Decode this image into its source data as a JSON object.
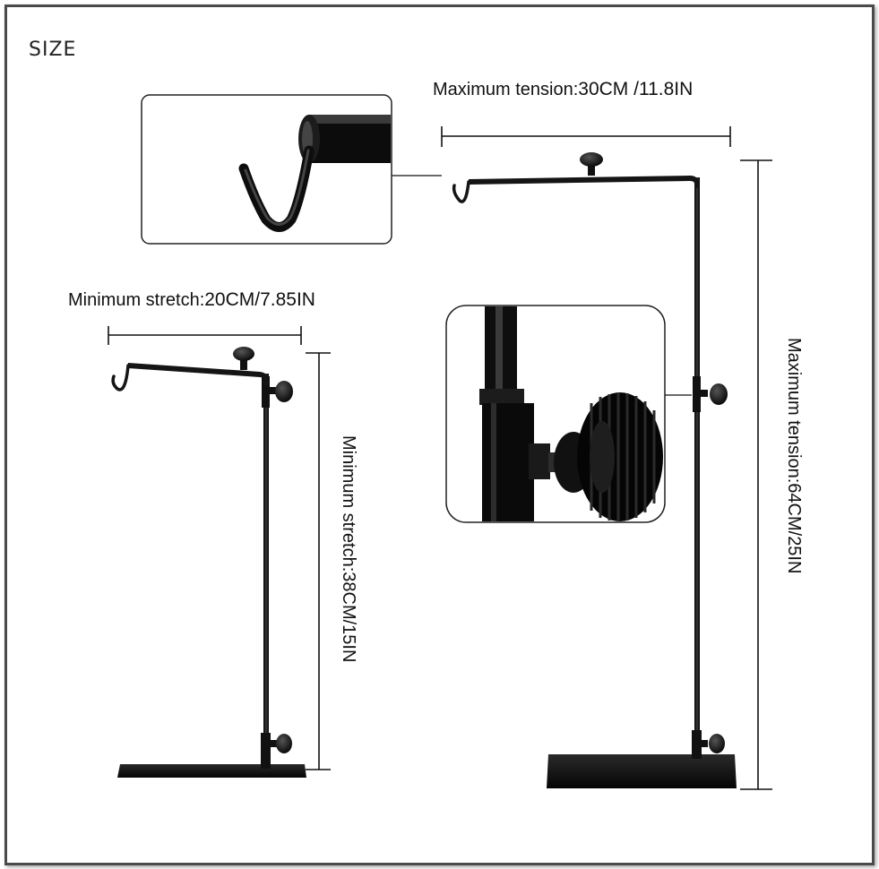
{
  "title": "SIZE",
  "large_stand": {
    "horizontal_label": "Maximum tension:",
    "horizontal_value": "30CM /11.8IN",
    "vertical_label": "Maximum tension:",
    "vertical_value": "64CM/25IN"
  },
  "small_stand": {
    "horizontal_label": "Minimum stretch:",
    "horizontal_value": "20CM/7.85IN",
    "vertical_label": "Minimum stretch:",
    "vertical_value": "38CM/15IN"
  },
  "colors": {
    "stand": "#151515",
    "dimension_line": "#111111",
    "frame": "#4a4a4a"
  },
  "icons": {
    "hook_detail": "hook-closeup",
    "knob_detail": "knob-closeup"
  }
}
